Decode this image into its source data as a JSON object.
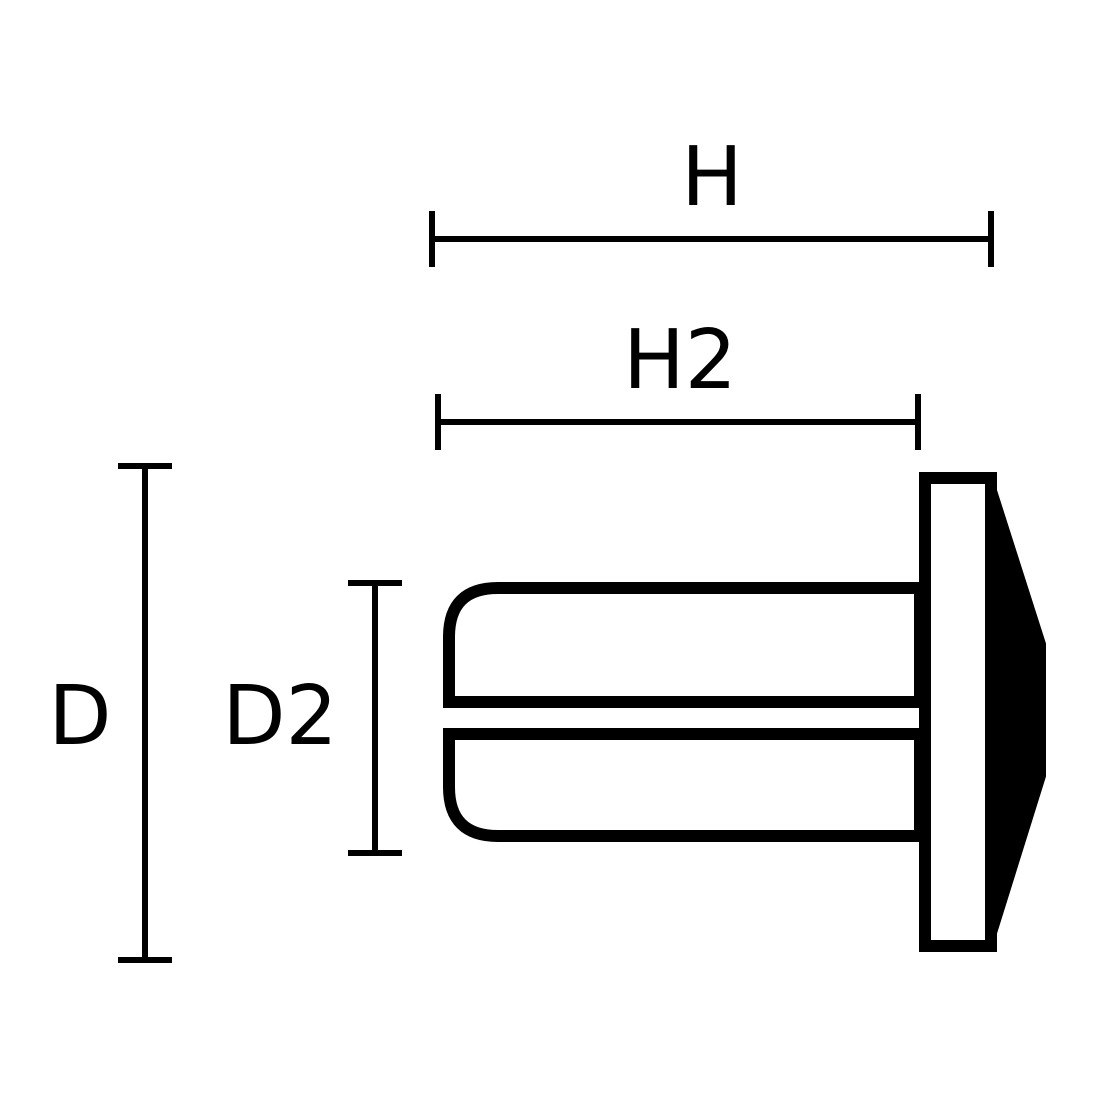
{
  "labels": {
    "h": "H",
    "h2": "H2",
    "d": "D",
    "d2": "D2"
  },
  "colors": {
    "ink": "#000000",
    "background": "#ffffff"
  }
}
